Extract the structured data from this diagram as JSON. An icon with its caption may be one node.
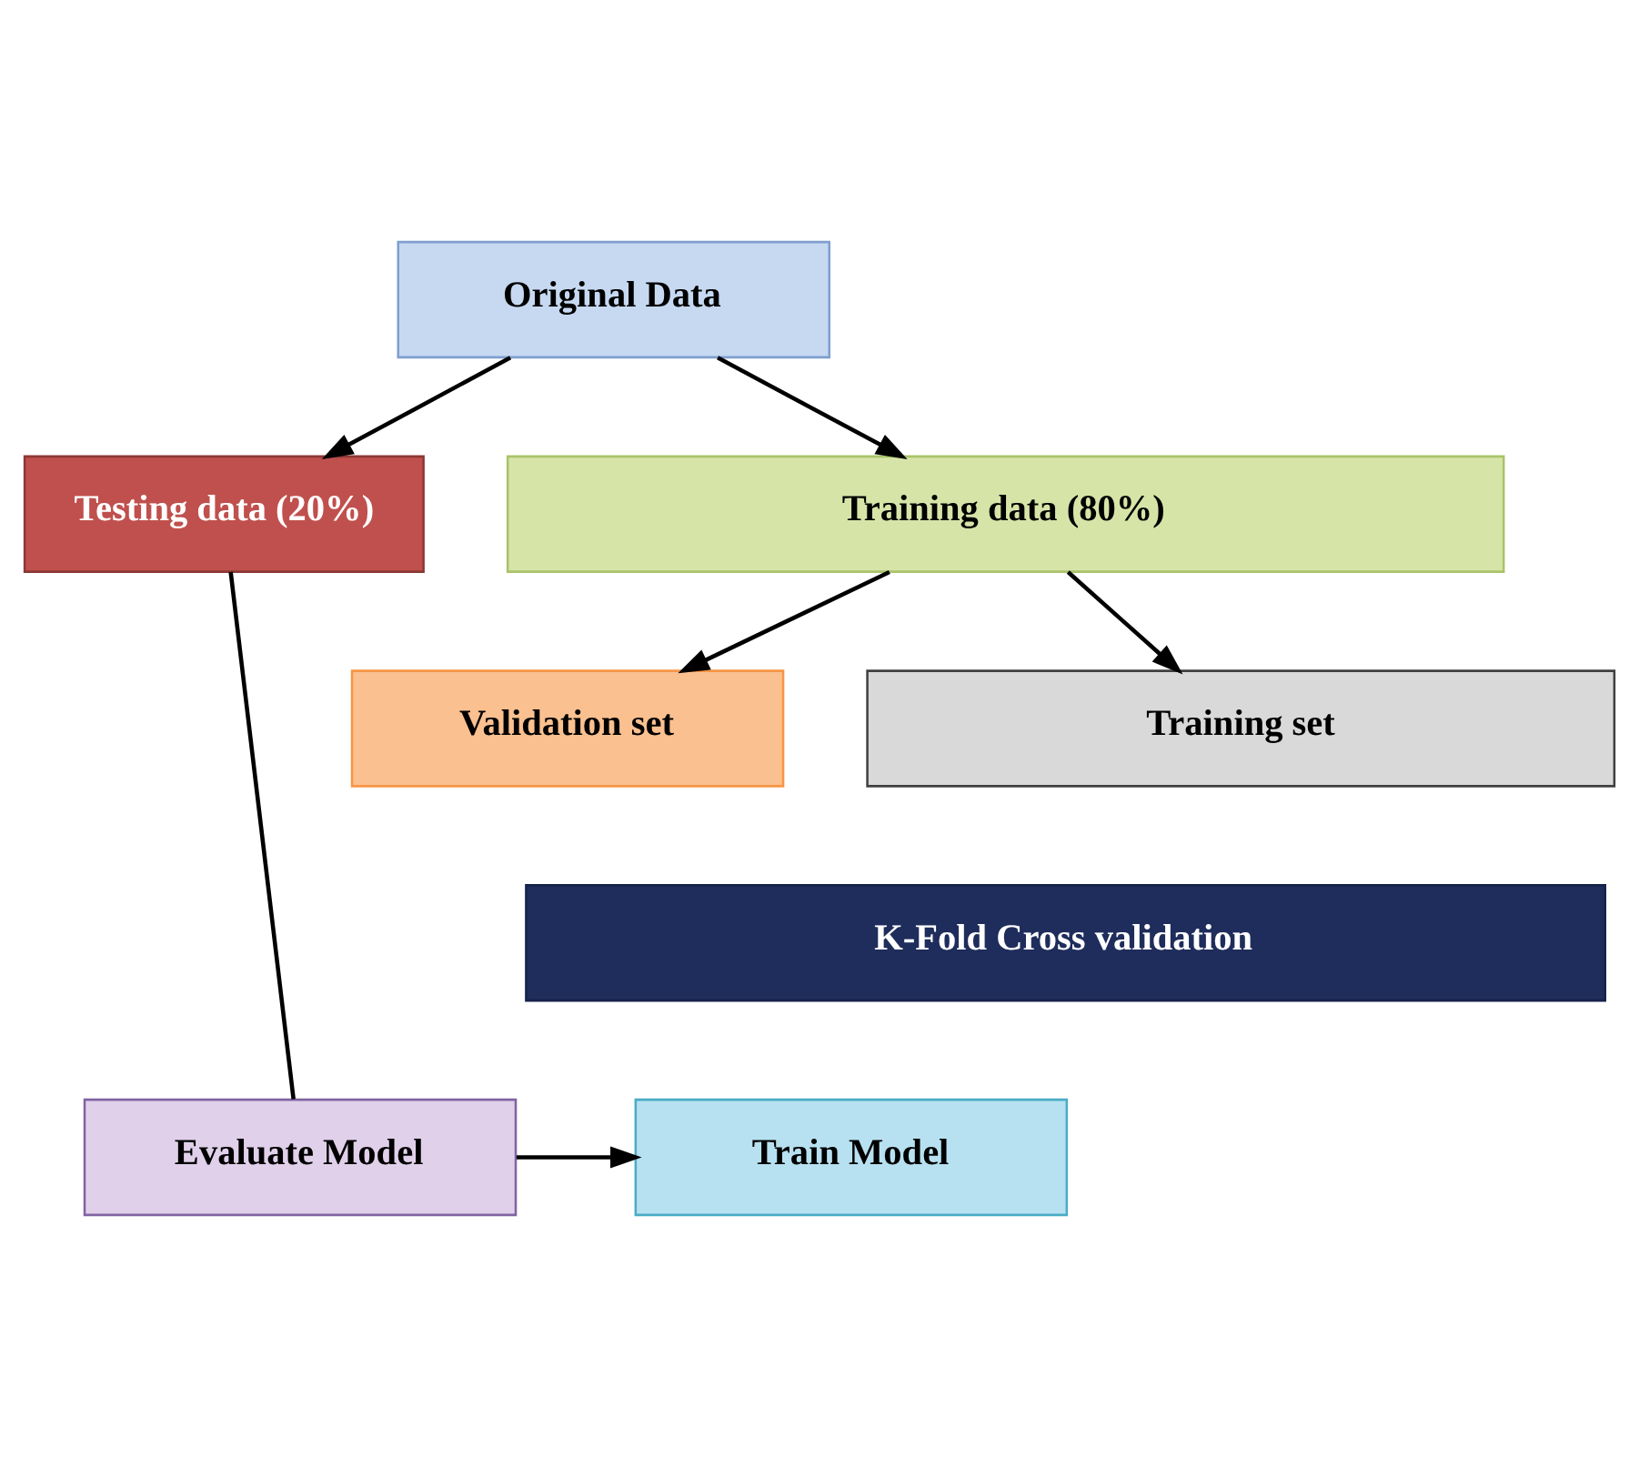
{
  "diagram": {
    "nodes": [
      {
        "text": [
          "Original Data"
        ]
      },
      {
        "text": [
          "Training data (80%)"
        ]
      },
      {
        "text": [
          "Testing data (20%)"
        ]
      },
      {
        "text": [
          "Training set"
        ]
      },
      {
        "text": [
          "Validation set"
        ]
      },
      {
        "text": [
          "K-Fold Cross validation"
        ]
      },
      {
        "text": [
          "Train Model"
        ]
      },
      {
        "text": [
          "Evaluate Model"
        ]
      }
    ],
    "edges": [
      {
        "from": 0,
        "to": 1,
        "arrow": "to"
      },
      {
        "from": 0,
        "to": 2,
        "arrow": "to"
      },
      {
        "from": 1,
        "to": 3,
        "arrow": "to"
      },
      {
        "from": 1,
        "to": 4,
        "arrow": "to"
      },
      {
        "from": 2,
        "to": 7,
        "arrow": "none"
      },
      {
        "from": 7,
        "to": 6,
        "arrow": "to"
      }
    ]
  }
}
